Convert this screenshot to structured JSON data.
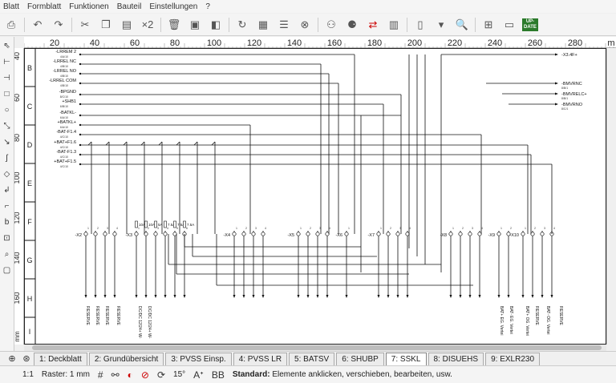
{
  "menu": [
    "Blatt",
    "Formblatt",
    "Funktionen",
    "Bauteil",
    "Einstellungen",
    "?"
  ],
  "toolbar": {
    "icons": [
      "print-icon",
      "undo-icon",
      "redo-icon",
      "cut-icon",
      "copy-icon",
      "paste-icon",
      "duplicate-icon",
      "delete-icon",
      "move-icon",
      "stamp-icon",
      "refresh-icon",
      "grid-table-icon",
      "list-icon",
      "component-icon",
      "search-part-icon",
      "part-icon",
      "connect-icon",
      "book-icon",
      "page-icon",
      "dropdown-icon",
      "zoom-icon",
      "tree-icon",
      "window-icon",
      "update-icon"
    ],
    "update_badge": "UP-\nDATE"
  },
  "ruler": {
    "h_ticks": [
      "20",
      "40",
      "60",
      "80",
      "100",
      "120",
      "140",
      "160",
      "180",
      "200",
      "220",
      "240",
      "260",
      "280",
      "m"
    ],
    "v_ticks": [
      "40",
      "60",
      "80",
      "100",
      "120",
      "140",
      "160"
    ],
    "v_unit": "mm"
  },
  "rows": [
    "B",
    "C",
    "D",
    "E",
    "F",
    "G",
    "H",
    "I"
  ],
  "left_labels": [
    {
      "name": "-LRREM 2",
      "ref": "4/A/10"
    },
    {
      "name": "-LRREL NC",
      "ref": "4/B/10"
    },
    {
      "name": "-LRREL NO",
      "ref": "4/B/10"
    },
    {
      "name": "-LRREL COM",
      "ref": "4/B/10"
    },
    {
      "name": "-BPGND",
      "ref": "8/C/10"
    },
    {
      "name": "+SHB1",
      "ref": "6/B/10"
    },
    {
      "name": "-BATKL-",
      "ref": "6/A/10"
    },
    {
      "name": "+BATKL+",
      "ref": "6/A/10"
    },
    {
      "name": "-BAT-F1.4",
      "ref": "4/C/10"
    },
    {
      "name": "+BAT+F1.6",
      "ref": "4/C/10"
    },
    {
      "name": "-BAT-F1.3",
      "ref": "4/C/10"
    },
    {
      "name": "+BAT+F1.5",
      "ref": "4/C/10"
    }
  ],
  "right_labels": [
    {
      "name": "-X3.4F+",
      "ref": ""
    },
    {
      "name": "-BMVRNC",
      "ref": "8/B/1"
    },
    {
      "name": "-BMVRELC+",
      "ref": "8/B/1"
    },
    {
      "name": "-BMVRNO",
      "ref": "8/C/1"
    }
  ],
  "connectors": [
    {
      "name": "-X2",
      "pins": [
        "1",
        "2",
        "3",
        "4"
      ]
    },
    {
      "name": "-X3",
      "pins": [
        "1",
        "2",
        "3",
        "4",
        "5",
        "6"
      ]
    },
    {
      "name": "-X4",
      "pins": [
        "1",
        "2",
        "3",
        "4"
      ]
    },
    {
      "name": "-X5",
      "pins": [
        "1",
        "2",
        "3",
        "4"
      ]
    },
    {
      "name": "-X6",
      "pins": [
        "1"
      ]
    },
    {
      "name": "-X7",
      "pins": [
        "1",
        "2",
        "3",
        "4"
      ]
    },
    {
      "name": "-X8",
      "pins": [
        "1",
        "2",
        "3",
        "4"
      ]
    },
    {
      "name": "-X9",
      "pins": [
        "1",
        "2"
      ]
    },
    {
      "name": "-X10",
      "pins": [
        "1",
        "2",
        "3",
        "4"
      ]
    }
  ],
  "fuses": [
    "10A",
    "10A",
    "5A",
    "7.5A",
    "7.5A",
    "7.5A"
  ],
  "bottom_labels": [
    "RESERVE",
    "RESERVE",
    "RESERVE",
    "RESERVE",
    "DC/DC 12/24+ W-",
    "DC/DC 12/24+ W-",
    "BAT+ EG. Vertei",
    "BAT- EG. Vertei",
    "BAT+ OG. Vertei",
    "RESERVE",
    "BAT- OG. Vertei",
    "RESERVE"
  ],
  "tabs": [
    {
      "label": "1: Deckblatt",
      "active": false
    },
    {
      "label": "2: Grundübersicht",
      "active": false
    },
    {
      "label": "3: PVSS Einsp.",
      "active": false
    },
    {
      "label": "4: PVSS LR",
      "active": false
    },
    {
      "label": "5: BATSV",
      "active": false
    },
    {
      "label": "6: SHUBP",
      "active": false
    },
    {
      "label": "7: SSKL",
      "active": true
    },
    {
      "label": "8: DISUEHS",
      "active": false
    },
    {
      "label": "9: EXLR230",
      "active": false
    }
  ],
  "status": {
    "scale": "1:1",
    "raster": "Raster: 1 mm",
    "angle": "15°",
    "mode_label": "Standard:",
    "mode_text": "Elemente anklicken, verschieben, bearbeiten, usw."
  }
}
